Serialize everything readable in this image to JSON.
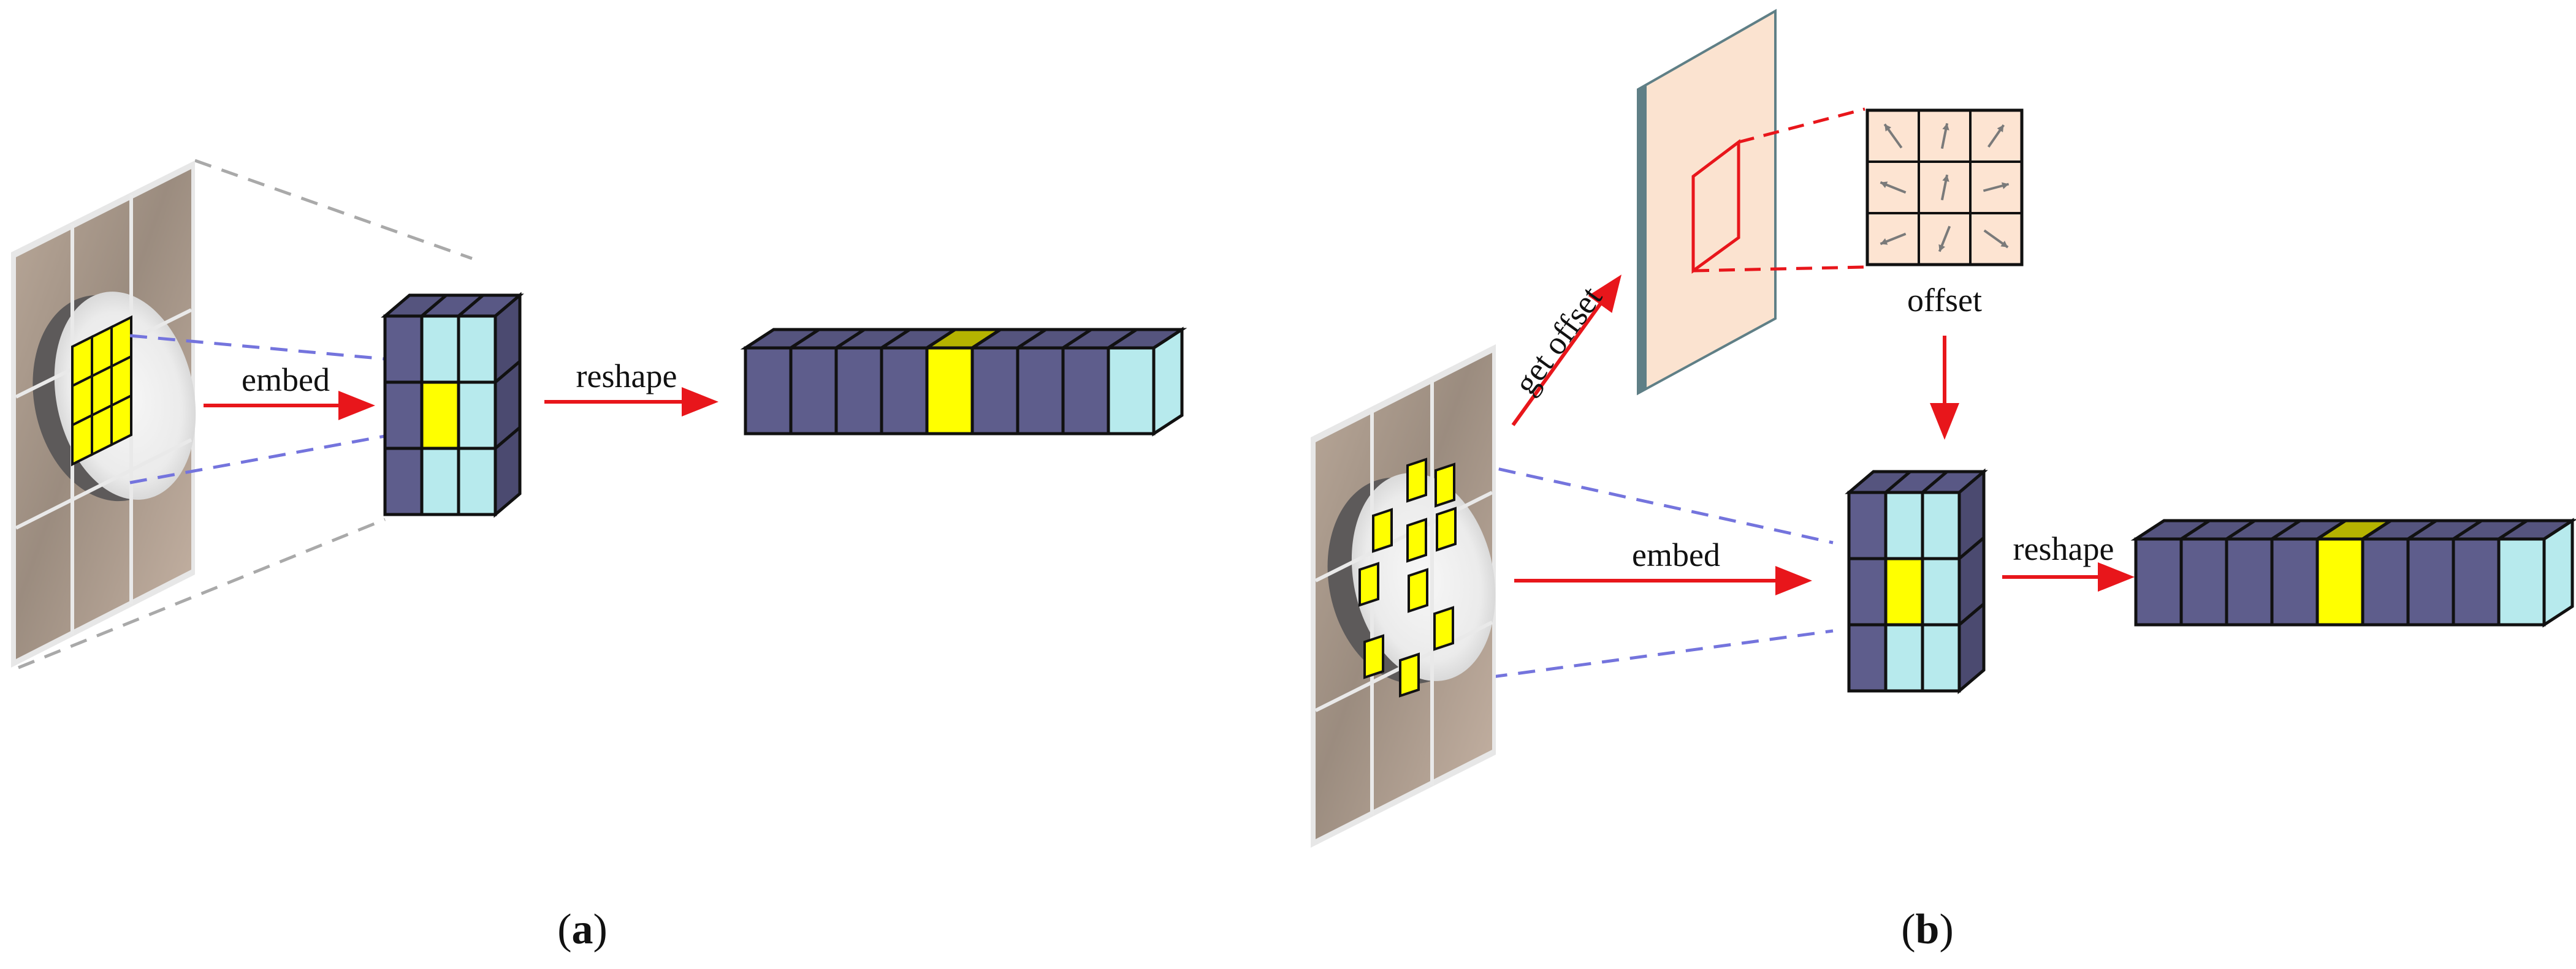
{
  "labels": {
    "embed_a": "embed",
    "reshape_a": "reshape",
    "get_offset": "get offset",
    "offset": "offset",
    "embed_b": "embed",
    "reshape_b": "reshape"
  },
  "captions": {
    "a": {
      "open": "(",
      "letter": "a",
      "close": ")"
    },
    "b": {
      "open": "(",
      "letter": "b",
      "close": ")"
    }
  },
  "colors": {
    "navy_cube": "#5e5d8c",
    "cyan_cube": "#b7eaed",
    "yellow": "#ffff00",
    "arrow": "#e8161b",
    "dashed_blue": "#7474dd",
    "dashed_grey": "#a9a9a9",
    "offset_panel": "#fbe3d0",
    "offset_grid_bg": "#fde4d2"
  },
  "icons": {
    "offset_arrows": [
      "arrow-up-left-icon",
      "arrow-up-icon",
      "arrow-up-right-icon",
      "arrow-left-up-icon",
      "arrow-up-icon",
      "arrow-right-up-icon",
      "arrow-down-left-icon",
      "arrow-down-icon",
      "arrow-down-right-icon"
    ]
  }
}
